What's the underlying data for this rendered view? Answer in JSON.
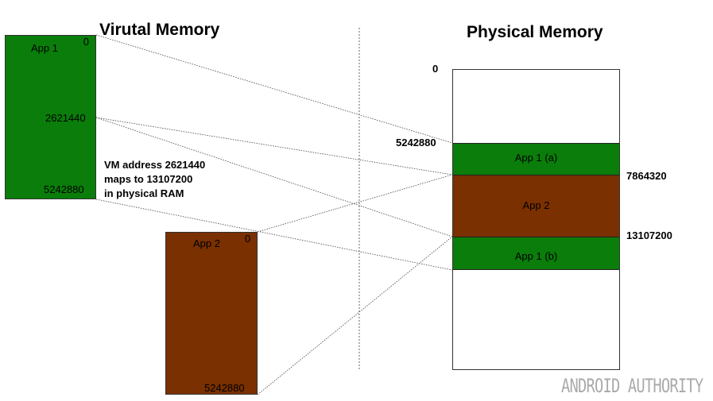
{
  "virtual": {
    "heading": "Virutal Memory",
    "app1": {
      "label": "App 1",
      "start": "0",
      "mid": "2621440",
      "end": "5242880"
    },
    "app2": {
      "label": "App 2",
      "start": "0",
      "end": "5242880"
    }
  },
  "physical": {
    "heading": "Physical Memory",
    "addr_0": "0",
    "addr_a": "5242880",
    "addr_b": "7864320",
    "addr_c": "13107200",
    "seg_app1a": "App 1 (a)",
    "seg_app2": "App 2",
    "seg_app1b": "App 1 (b)"
  },
  "note": {
    "line1": "VM address 2621440",
    "line2": "maps to 13107200",
    "line3": "in physical RAM"
  },
  "watermark": "ANDROID AUTHORITY",
  "colors": {
    "green": "#0a7d0a",
    "brown": "#7a3000",
    "line": "#444444"
  }
}
